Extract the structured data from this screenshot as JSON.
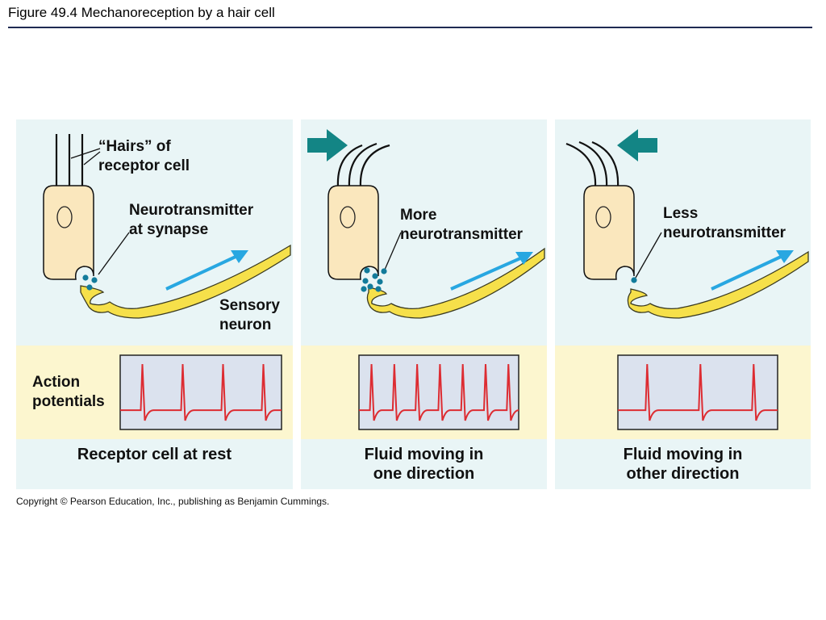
{
  "page": {
    "title": "Figure 49.4  Mechanoreception by a hair cell",
    "copyright": "Copyright © Pearson Education, Inc., publishing as Benjamin Cummings."
  },
  "colors": {
    "panel_top": "#e9f5f6",
    "panel_bottom": "#fcf6cf",
    "cell_fill": "#fae7bd",
    "neuron": "#f6e04a",
    "arrow_blue": "#28a7e1",
    "push_arrow": "#138585",
    "trace": "#dd2c32",
    "scope_bg": "#dbe2ee",
    "vesicle": "#127b9b"
  },
  "panels": [
    {
      "caption_line1": "Receptor cell at rest",
      "caption_line2": "",
      "hairs_label_line1": "“Hairs” of",
      "hairs_label_line2": "receptor cell",
      "nt_label_line1": "Neurotransmitter",
      "nt_label_line2": "at synapse",
      "neuron_label_line1": "Sensory",
      "neuron_label_line2": "neuron",
      "ap_label_line1": "Action",
      "ap_label_line2": "potentials",
      "spike_count": 4,
      "hair_bend": "none",
      "icon": "hair-cell-at-rest-icon"
    },
    {
      "caption_line1": "Fluid moving in",
      "caption_line2": "one direction",
      "nt_label_line1": "More",
      "nt_label_line2": "neurotransmitter",
      "spike_count": 7,
      "hair_bend": "right",
      "icon": "hair-cell-bent-right-icon"
    },
    {
      "caption_line1": "Fluid moving in",
      "caption_line2": "other direction",
      "nt_label_line1": "Less",
      "nt_label_line2": "neurotransmitter",
      "spike_count": 3,
      "hair_bend": "left",
      "icon": "hair-cell-bent-left-icon"
    }
  ]
}
